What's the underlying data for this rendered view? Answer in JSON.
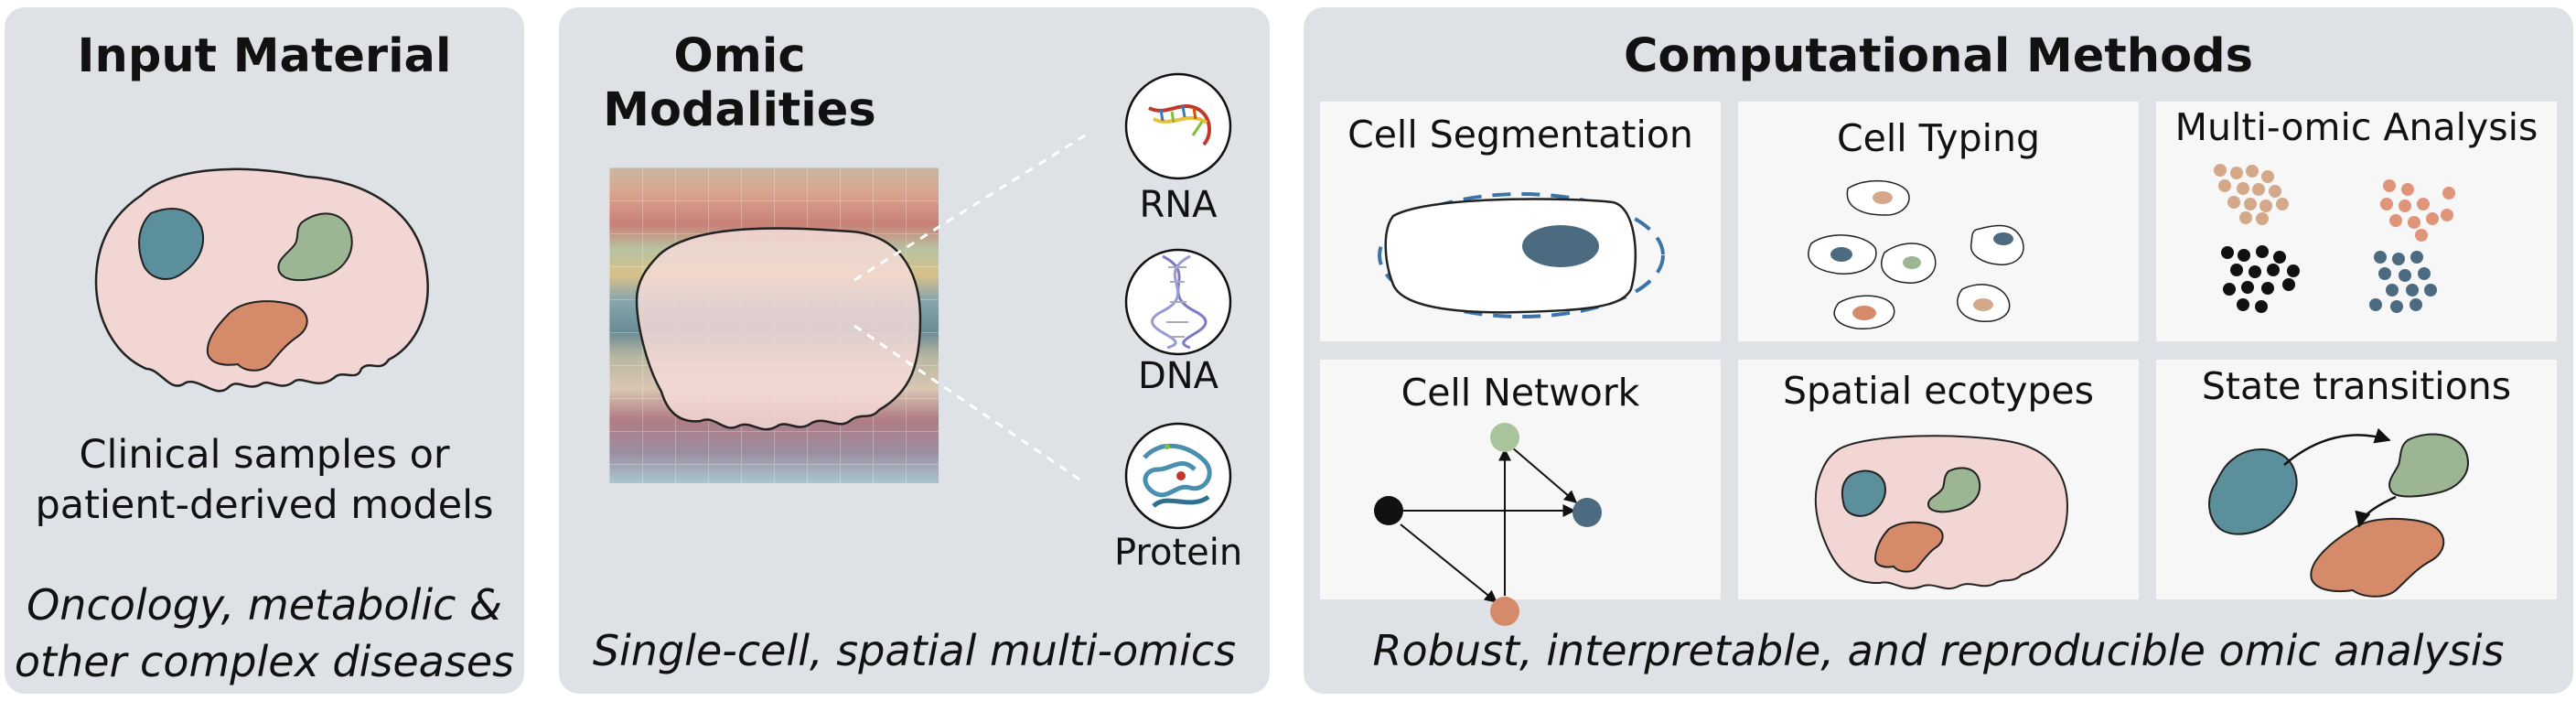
{
  "panels": {
    "input": {
      "title": "Input Material",
      "caption_line1": "Clinical samples or",
      "caption_line2": "patient-derived models",
      "footer_line1": "Oncology, metabolic &",
      "footer_line2": "other complex diseases"
    },
    "omic": {
      "title": "Omic Modalities",
      "modalities": [
        {
          "label": "RNA",
          "icon": "rna-icon"
        },
        {
          "label": "DNA",
          "icon": "dna-helix-icon"
        },
        {
          "label": "Protein",
          "icon": "protein-structure-icon"
        }
      ],
      "footer": "Single-cell, spatial multi-omics"
    },
    "methods": {
      "title": "Computational Methods",
      "boxes": [
        {
          "label": "Cell Segmentation"
        },
        {
          "label": "Cell Typing"
        },
        {
          "label": "Multi-omic Analysis"
        },
        {
          "label": "Cell Network"
        },
        {
          "label": "Spatial ecotypes"
        },
        {
          "label": "State transitions"
        }
      ],
      "footer": "Robust, interpretable, and reproducible omic analysis"
    }
  },
  "colors": {
    "panel_bg": "#dee2e6",
    "tissue_fill": "#f1d6d4",
    "teal_blob": "#5b8f9c",
    "green_blob": "#9cb593",
    "orange_blob": "#d58a6a",
    "dashed_outline": "#3b74a8",
    "nucleus": "#4d6b80"
  }
}
